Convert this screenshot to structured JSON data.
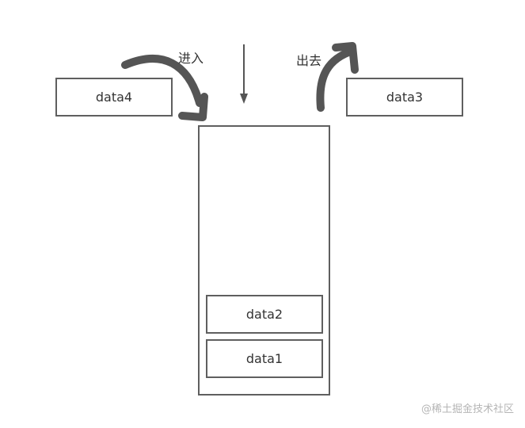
{
  "diagram": {
    "boxes": {
      "data4": "data4",
      "data3": "data3",
      "data2": "data2",
      "data1": "data1"
    },
    "labels": {
      "enter": "进入",
      "exit": "出去"
    },
    "watermark": "@稀土掘金技术社区"
  },
  "colors": {
    "stroke": "#5f5f5f",
    "arrow": "#555555",
    "text": "#333333",
    "watermark": "#b5b5b5"
  }
}
